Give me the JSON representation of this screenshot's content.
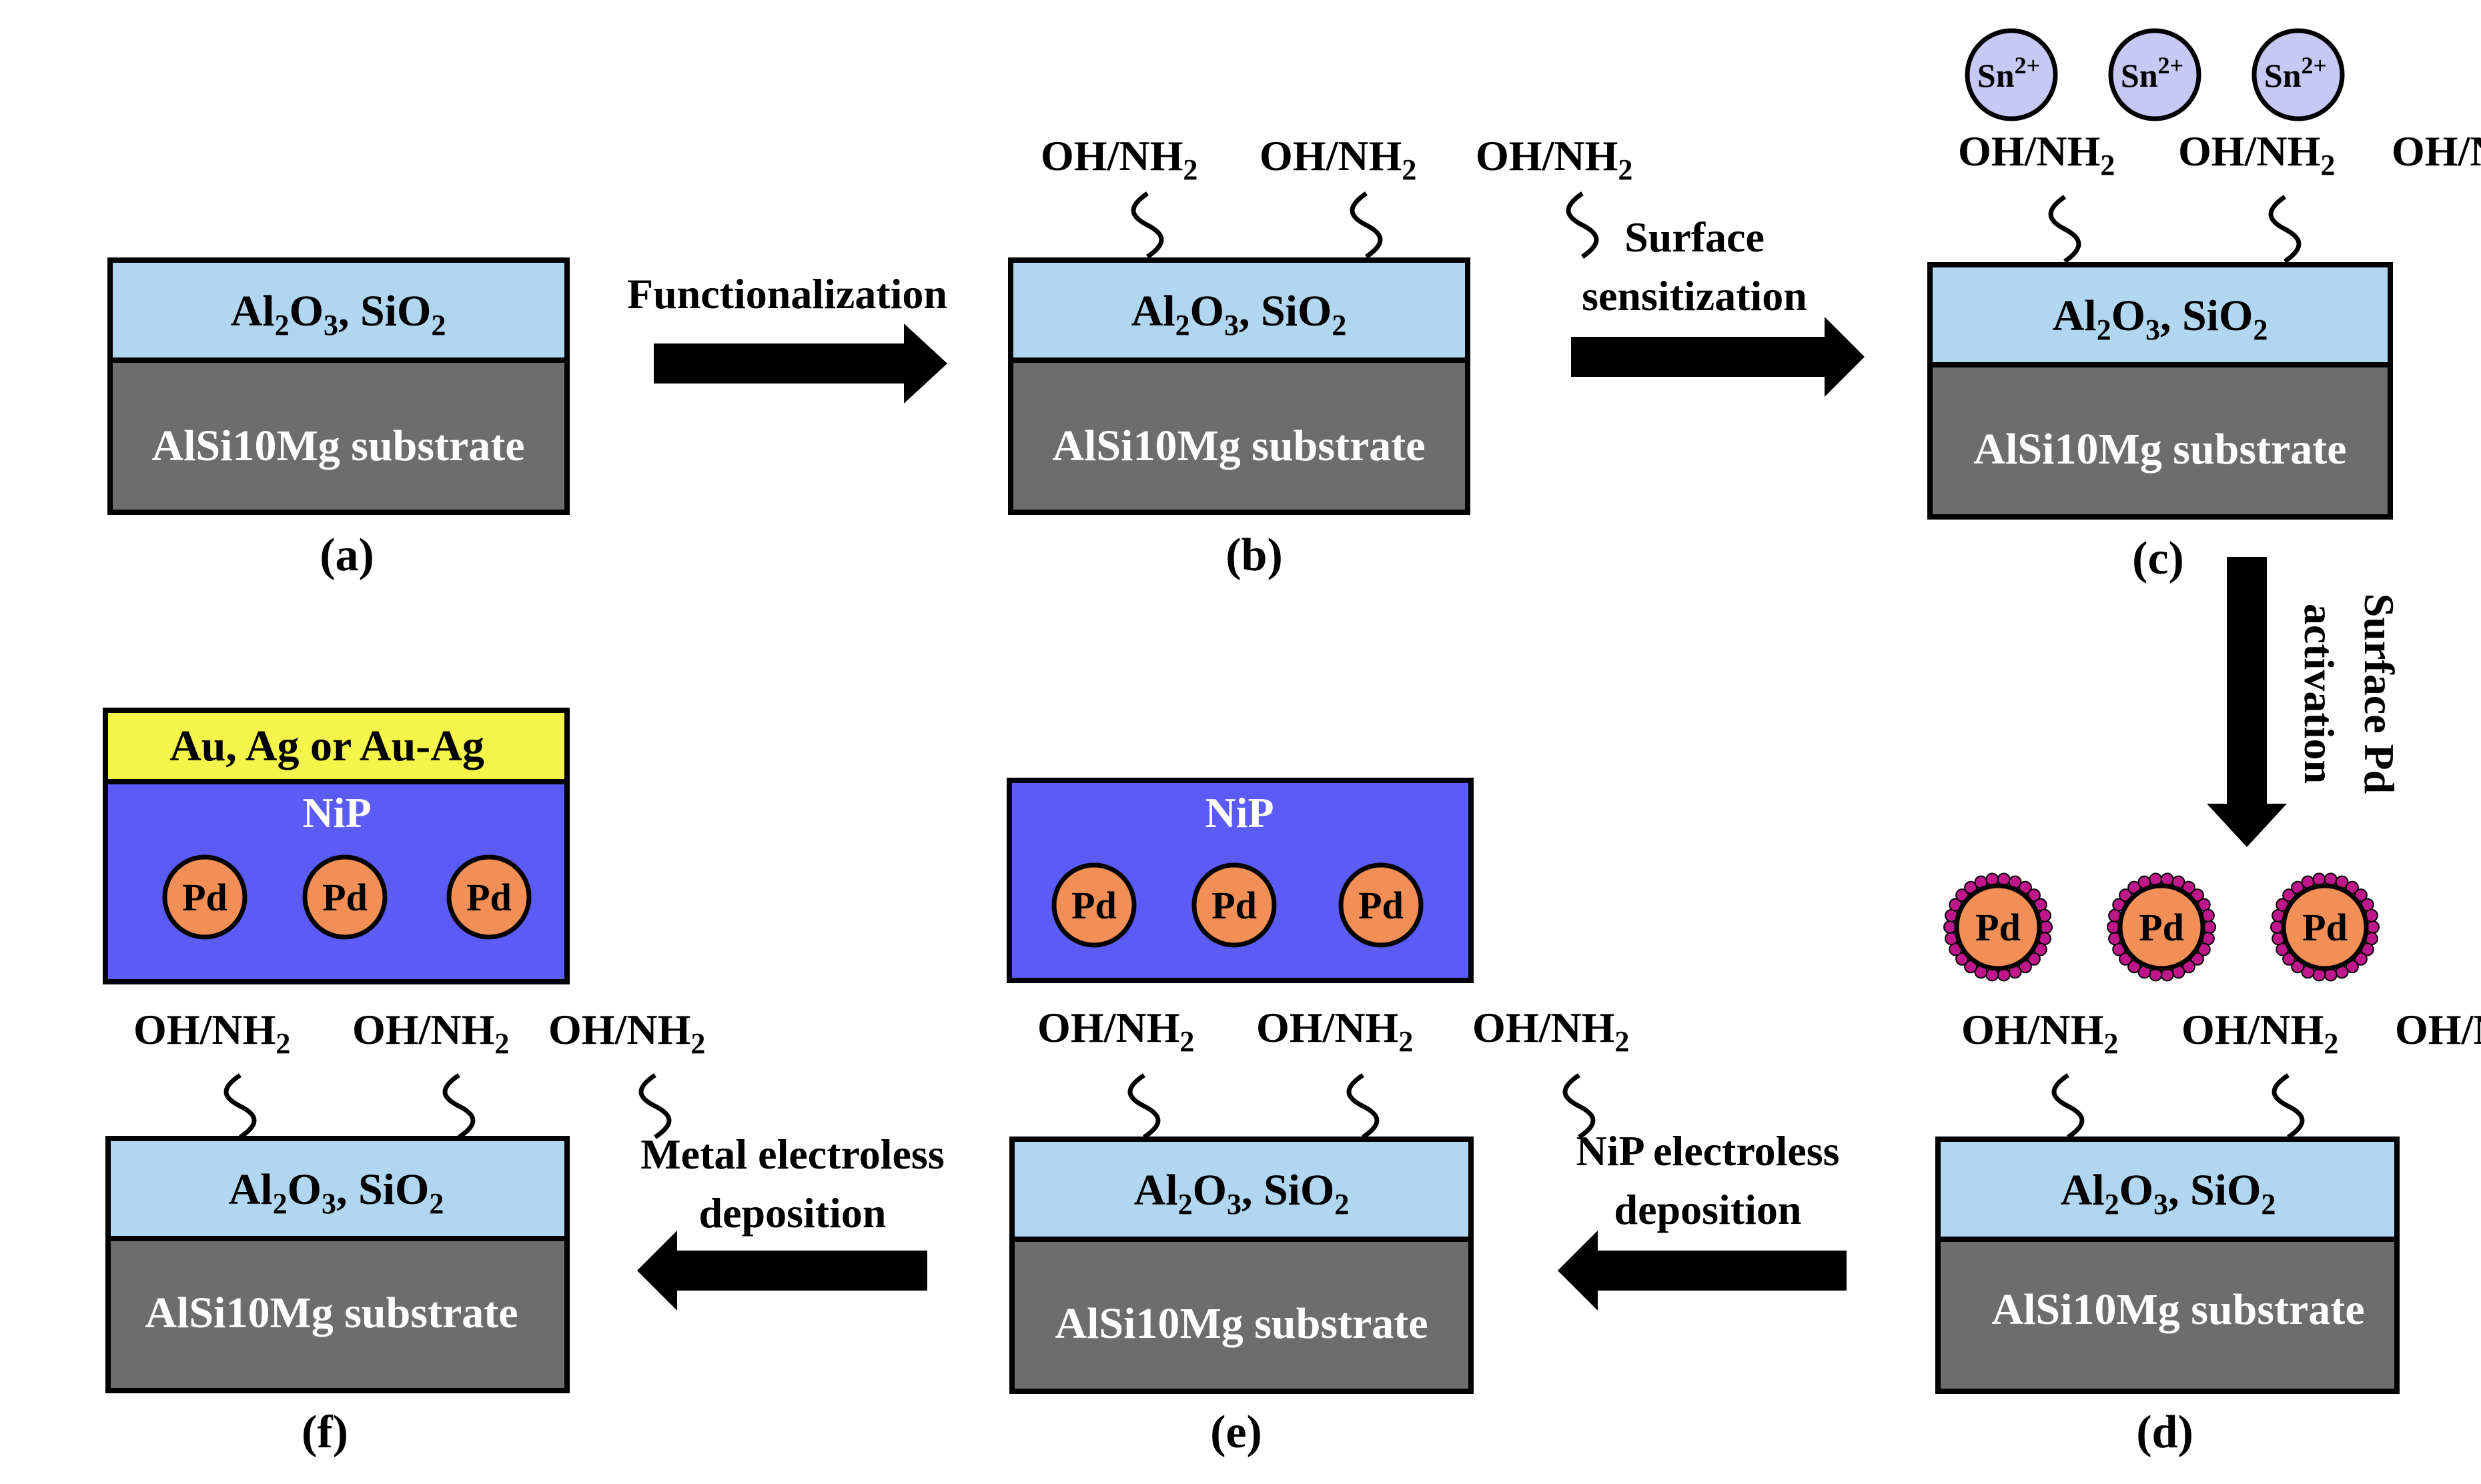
{
  "colors": {
    "oxide": "#b0d6f0",
    "substrate": "#6d6d6d",
    "nip": "#5a5cf5",
    "pd": "#f28f57",
    "sn": "#c8c8f5",
    "gold_layer": "#f4f44a",
    "pd_dots": "#c0168c"
  },
  "labels": {
    "oxide_main": "Al",
    "oxide_sub1": "2",
    "oxide_mid": "O",
    "oxide_sub2": "3",
    "oxide_sep": ", SiO",
    "oxide_sub3": "2",
    "substrate": "AlSi10Mg substrate",
    "group_main": "OH/NH",
    "group_sub": "2",
    "sn_main": "Sn",
    "sn_sup": "2+",
    "pd": "Pd",
    "nip": "NiP",
    "gold": "Au, Ag or Au-Ag"
  },
  "panels": {
    "a": "(a)",
    "b": "(b)",
    "c": "(c)",
    "d": "(d)",
    "e": "(e)",
    "f": "(f)"
  },
  "steps": {
    "functionalization": "Functionalization",
    "sensitization_1": "Surface",
    "sensitization_2": "sensitization",
    "activation_1": "Surface Pd",
    "activation_2": "activation",
    "nip_dep_1": "NiP electroless",
    "nip_dep_2": "deposition",
    "metal_dep_1": "Metal electroless",
    "metal_dep_2": "deposition"
  }
}
